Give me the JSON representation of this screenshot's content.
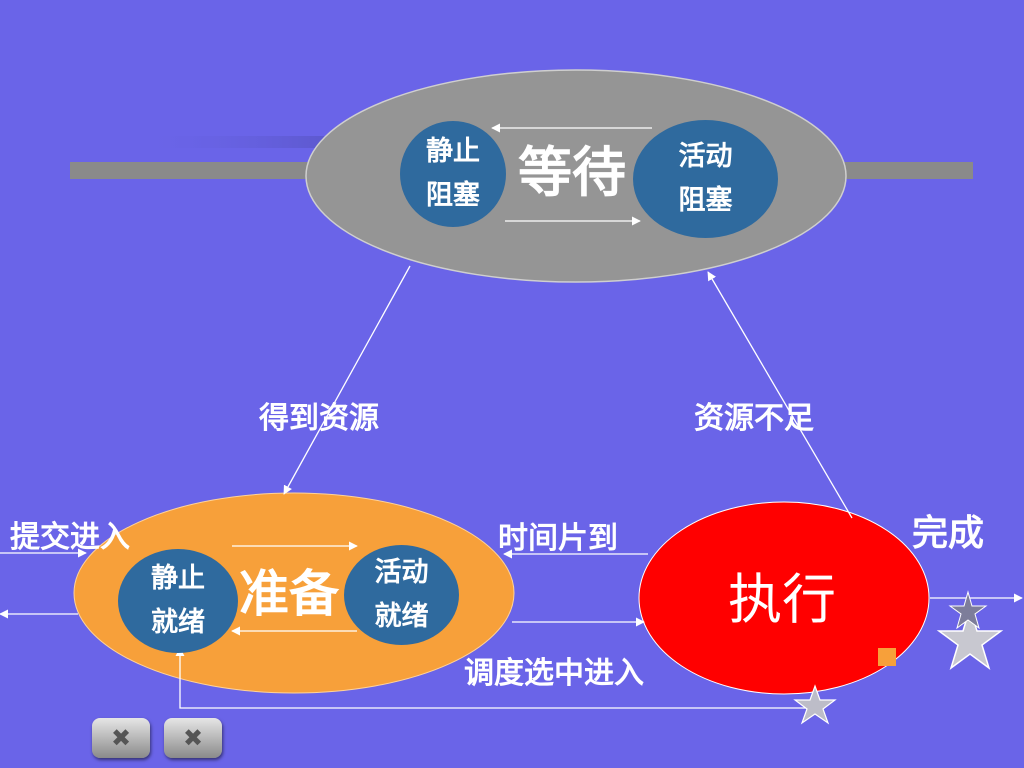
{
  "states": {
    "wait": {
      "label": "等待",
      "left": [
        "静止",
        "阻塞"
      ],
      "right": [
        "活动",
        "阻塞"
      ]
    },
    "ready": {
      "label": "准备",
      "left": [
        "静止",
        "就绪"
      ],
      "right": [
        "活动",
        "就绪"
      ]
    },
    "run": {
      "label": "执行"
    }
  },
  "transitions": {
    "get_resource": "得到资源",
    "lack_resource": "资源不足",
    "submit": "提交进入",
    "timeslice": "时间片到",
    "dispatch": "调度选中进入",
    "finish": "完成"
  },
  "nav": {
    "prev_icon": "previous-icon",
    "next_icon": "next-icon"
  },
  "colors": {
    "background": "#6a64e8",
    "wait": "#959595",
    "ready": "#f7a03a",
    "run": "#ff0000",
    "inner": "#2f6a9e"
  }
}
